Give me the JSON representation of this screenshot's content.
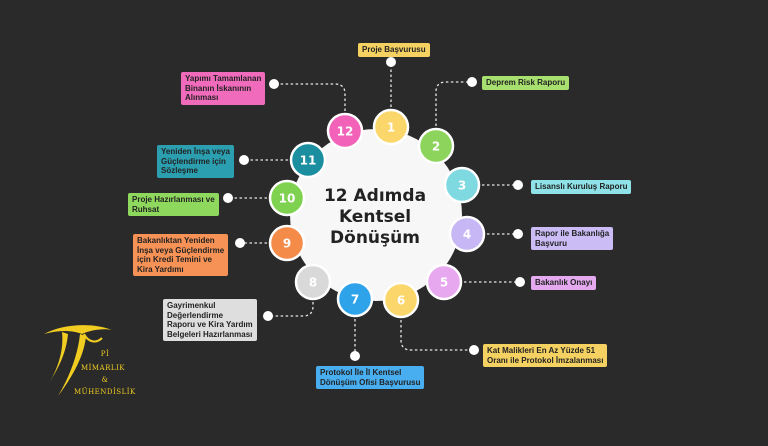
{
  "title": "12 Adımda\nKentsel\nDönüşüm",
  "steps": [
    {
      "number": "1",
      "label": "Proje Başvurusu",
      "color": "#fbd66a",
      "label_color": "#f5d162"
    },
    {
      "number": "2",
      "label": "Deprem Risk Raporu",
      "color": "#8dd45c",
      "label_color": "#a7e06e"
    },
    {
      "number": "3",
      "label": "Lisanslı Kuruluş Raporu",
      "color": "#7fd9e0",
      "label_color": "#8ee2e8"
    },
    {
      "number": "4",
      "label": "Rapor ile Bakanlığa\nBaşvuru",
      "color": "#c7b7f4",
      "label_color": "#cbbcf6"
    },
    {
      "number": "5",
      "label": "Bakanlık Onayı",
      "color": "#e8a8f0",
      "label_color": "#e4a9ef"
    },
    {
      "number": "6",
      "label": "Kat Malikleri En Az Yüzde 51\nOranı ile Protokol İmzalanması",
      "color": "#fbd66a",
      "label_color": "#f5d162"
    },
    {
      "number": "7",
      "label": "Protokol İle İl Kentsel\nDönüşüm Ofisi Başvurusu",
      "color": "#2fa3ea",
      "label_color": "#48aef0"
    },
    {
      "number": "8",
      "label": "Gayrimenkul\nDeğerlendirme\nRaporu ve Kira Yardım\nBelgeleri Hazırlanması",
      "color": "#d9d9d9",
      "label_color": "#dedede"
    },
    {
      "number": "9",
      "label": "Bakanlıktan Yeniden\nİnşa veya Güçlendirme\niçin Kredi Temini ve\nKira Yardımı",
      "color": "#f48b48",
      "label_color": "#f69256"
    },
    {
      "number": "10",
      "label": "Proje Hazırlanması ve\nRuhsat",
      "color": "#7ed24f",
      "label_color": "#8fd85e"
    },
    {
      "number": "11",
      "label": "Yeniden İnşa veya\nGüçlendirme için\nSözleşme",
      "color": "#1b8fa0",
      "label_color": "#2b9fb0"
    },
    {
      "number": "12",
      "label": "Yapımı Tamamlanan\nBinanın İskanının\nAlınması",
      "color": "#f262b8",
      "label_color": "#f06bbb"
    }
  ],
  "logo": {
    "line1": "Pİ",
    "line2": "MİMARLIK",
    "line3": "&",
    "line4": "MÜHENDİSLİK",
    "color": "#f1cd22"
  }
}
